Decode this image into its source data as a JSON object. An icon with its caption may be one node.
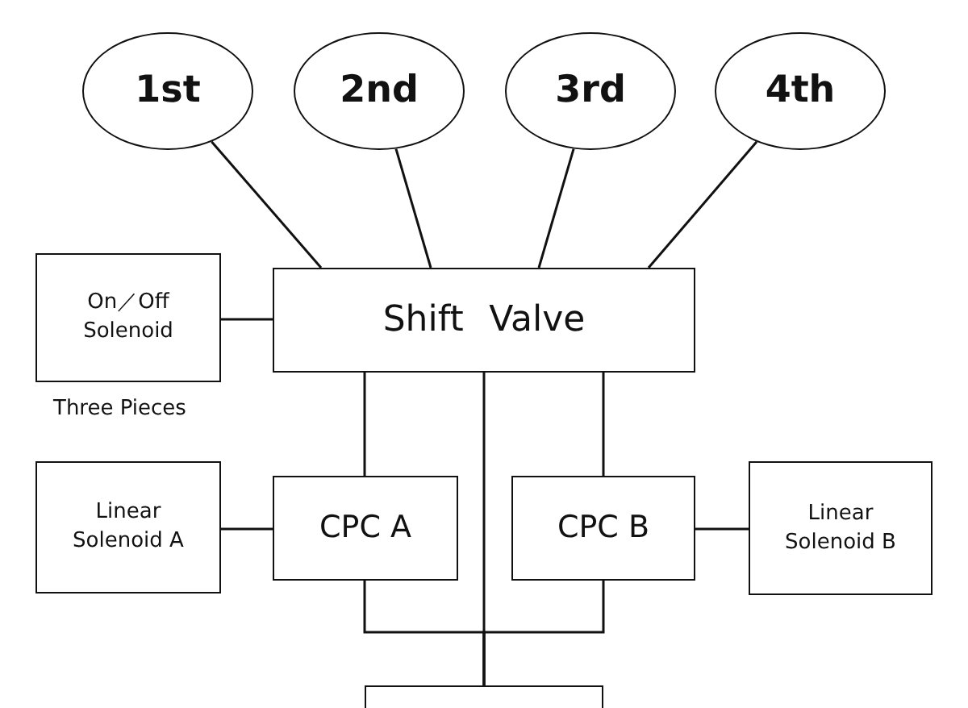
{
  "diagram": {
    "nodes": [
      {
        "text": [
          "1st"
        ]
      },
      {
        "text": [
          "2nd"
        ]
      },
      {
        "text": [
          "3rd"
        ]
      },
      {
        "text": [
          "4th"
        ]
      },
      {
        "text": [
          "Shift Valve"
        ]
      },
      {
        "text": [
          "On／Off Solenoid"
        ],
        "beside": [
          "Three Pieces"
        ]
      },
      {
        "text": [
          "Linear Solenoid A"
        ]
      },
      {
        "text": [
          "CPC A"
        ]
      },
      {
        "text": [
          "CPC B"
        ]
      },
      {
        "text": [
          "Linear Solenoid B"
        ]
      },
      {
        "text": [],
        "shape": "box"
      }
    ],
    "edges": [
      {
        "from": 0,
        "to": 4,
        "arrow": "none"
      },
      {
        "from": 1,
        "to": 4,
        "arrow": "none"
      },
      {
        "from": 2,
        "to": 4,
        "arrow": "none"
      },
      {
        "from": 3,
        "to": 4,
        "arrow": "none"
      },
      {
        "from": 5,
        "to": 4,
        "arrow": "none"
      },
      {
        "from": 4,
        "to": 7,
        "arrow": "none"
      },
      {
        "from": 4,
        "to": 8,
        "arrow": "none"
      },
      {
        "from": 6,
        "to": 7,
        "arrow": "none"
      },
      {
        "from": 8,
        "to": 9,
        "arrow": "none"
      },
      {
        "from": 7,
        "to": 10,
        "arrow": "none"
      },
      {
        "from": 8,
        "to": 10,
        "arrow": "none"
      },
      {
        "from": 4,
        "to": 10,
        "arrow": "none"
      }
    ]
  }
}
